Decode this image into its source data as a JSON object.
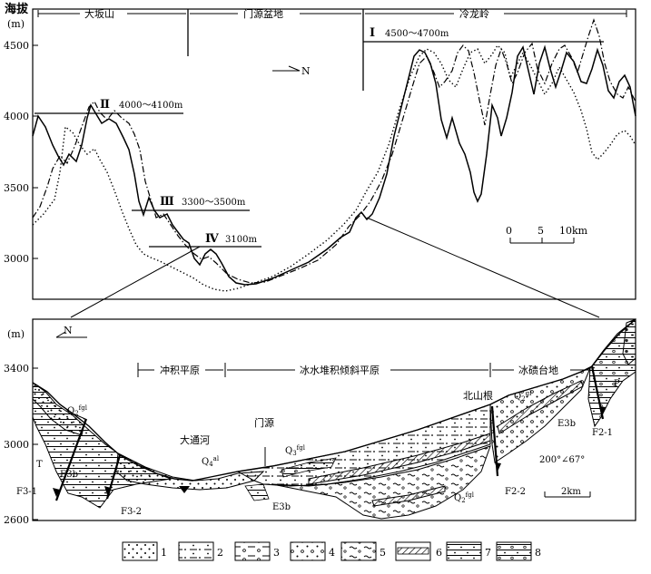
{
  "top": {
    "title": "海拔",
    "unit": "(m)",
    "yticks": [
      "4500",
      "4000",
      "3500",
      "3000"
    ],
    "regions": [
      "大坂山",
      "门源盆地",
      "冷龙岭"
    ],
    "north": "N",
    "surfaces": [
      {
        "roman": "Ⅰ",
        "text": "4500～4700m"
      },
      {
        "roman": "Ⅱ",
        "text": "4000～4100m"
      },
      {
        "roman": "Ⅲ",
        "text": "3300～3500m"
      },
      {
        "roman": "Ⅳ",
        "text": "3100m"
      }
    ],
    "scale": [
      "0",
      "5",
      "10km"
    ]
  },
  "bottom": {
    "unit": "(m)",
    "yticks": [
      "3400",
      "3000",
      "2600"
    ],
    "north": "N",
    "zones": [
      "冲积平原",
      "冰水堆积倾斜平原",
      "冰碛台地"
    ],
    "places": {
      "datong_river": "大通河",
      "menyuan": "门源",
      "beishangen": "北山根"
    },
    "strata": {
      "e3b": "E3b",
      "p": "P",
      "t": "T"
    },
    "faults": {
      "f31": "F3-1",
      "f32": "F3-2",
      "f22": "F2-2",
      "f21": "F2-1"
    },
    "attitude": "200°∠67°",
    "scale": "2km"
  },
  "legend": [
    "1",
    "2",
    "3",
    "4",
    "5",
    "6",
    "7",
    "8"
  ]
}
